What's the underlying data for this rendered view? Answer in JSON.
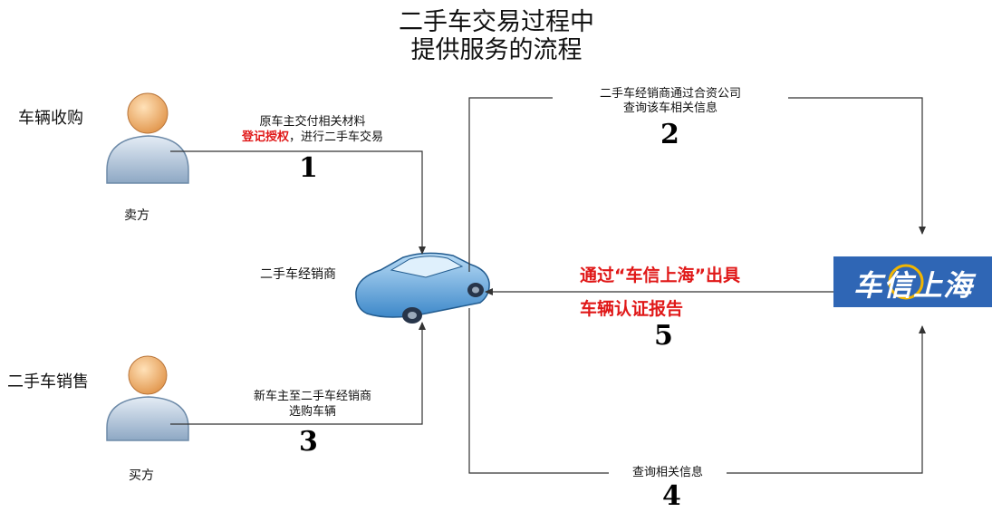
{
  "title_line1": "二手车交易过程中",
  "title_line2": "提供服务的流程",
  "seller": {
    "section_label": "车辆收购",
    "role": "卖方"
  },
  "buyer": {
    "section_label": "二手车销售",
    "role": "买方"
  },
  "dealer_label": "二手车经销商",
  "steps": {
    "s1": {
      "line1": "原车主交付相关材料",
      "line2_red": "登记授权",
      "line2_rest": "，进行二手车交易",
      "num": "1"
    },
    "s2": {
      "line1": "二手车经销商通过合资公司",
      "line2": "查询该车相关信息",
      "num": "2"
    },
    "s3": {
      "line1": "新车主至二手车经销商",
      "line2": "选购车辆",
      "num": "3"
    },
    "s4": {
      "line1": "查询相关信息",
      "num": "4"
    },
    "s5": {
      "line1": "通过“车信上海”出具",
      "line2": "车辆认证报告",
      "num": "5"
    }
  },
  "logo": {
    "text": "车信上海"
  },
  "colors": {
    "red": "#e01818",
    "logo_bg": "#2f66b5",
    "line": "#333333"
  }
}
